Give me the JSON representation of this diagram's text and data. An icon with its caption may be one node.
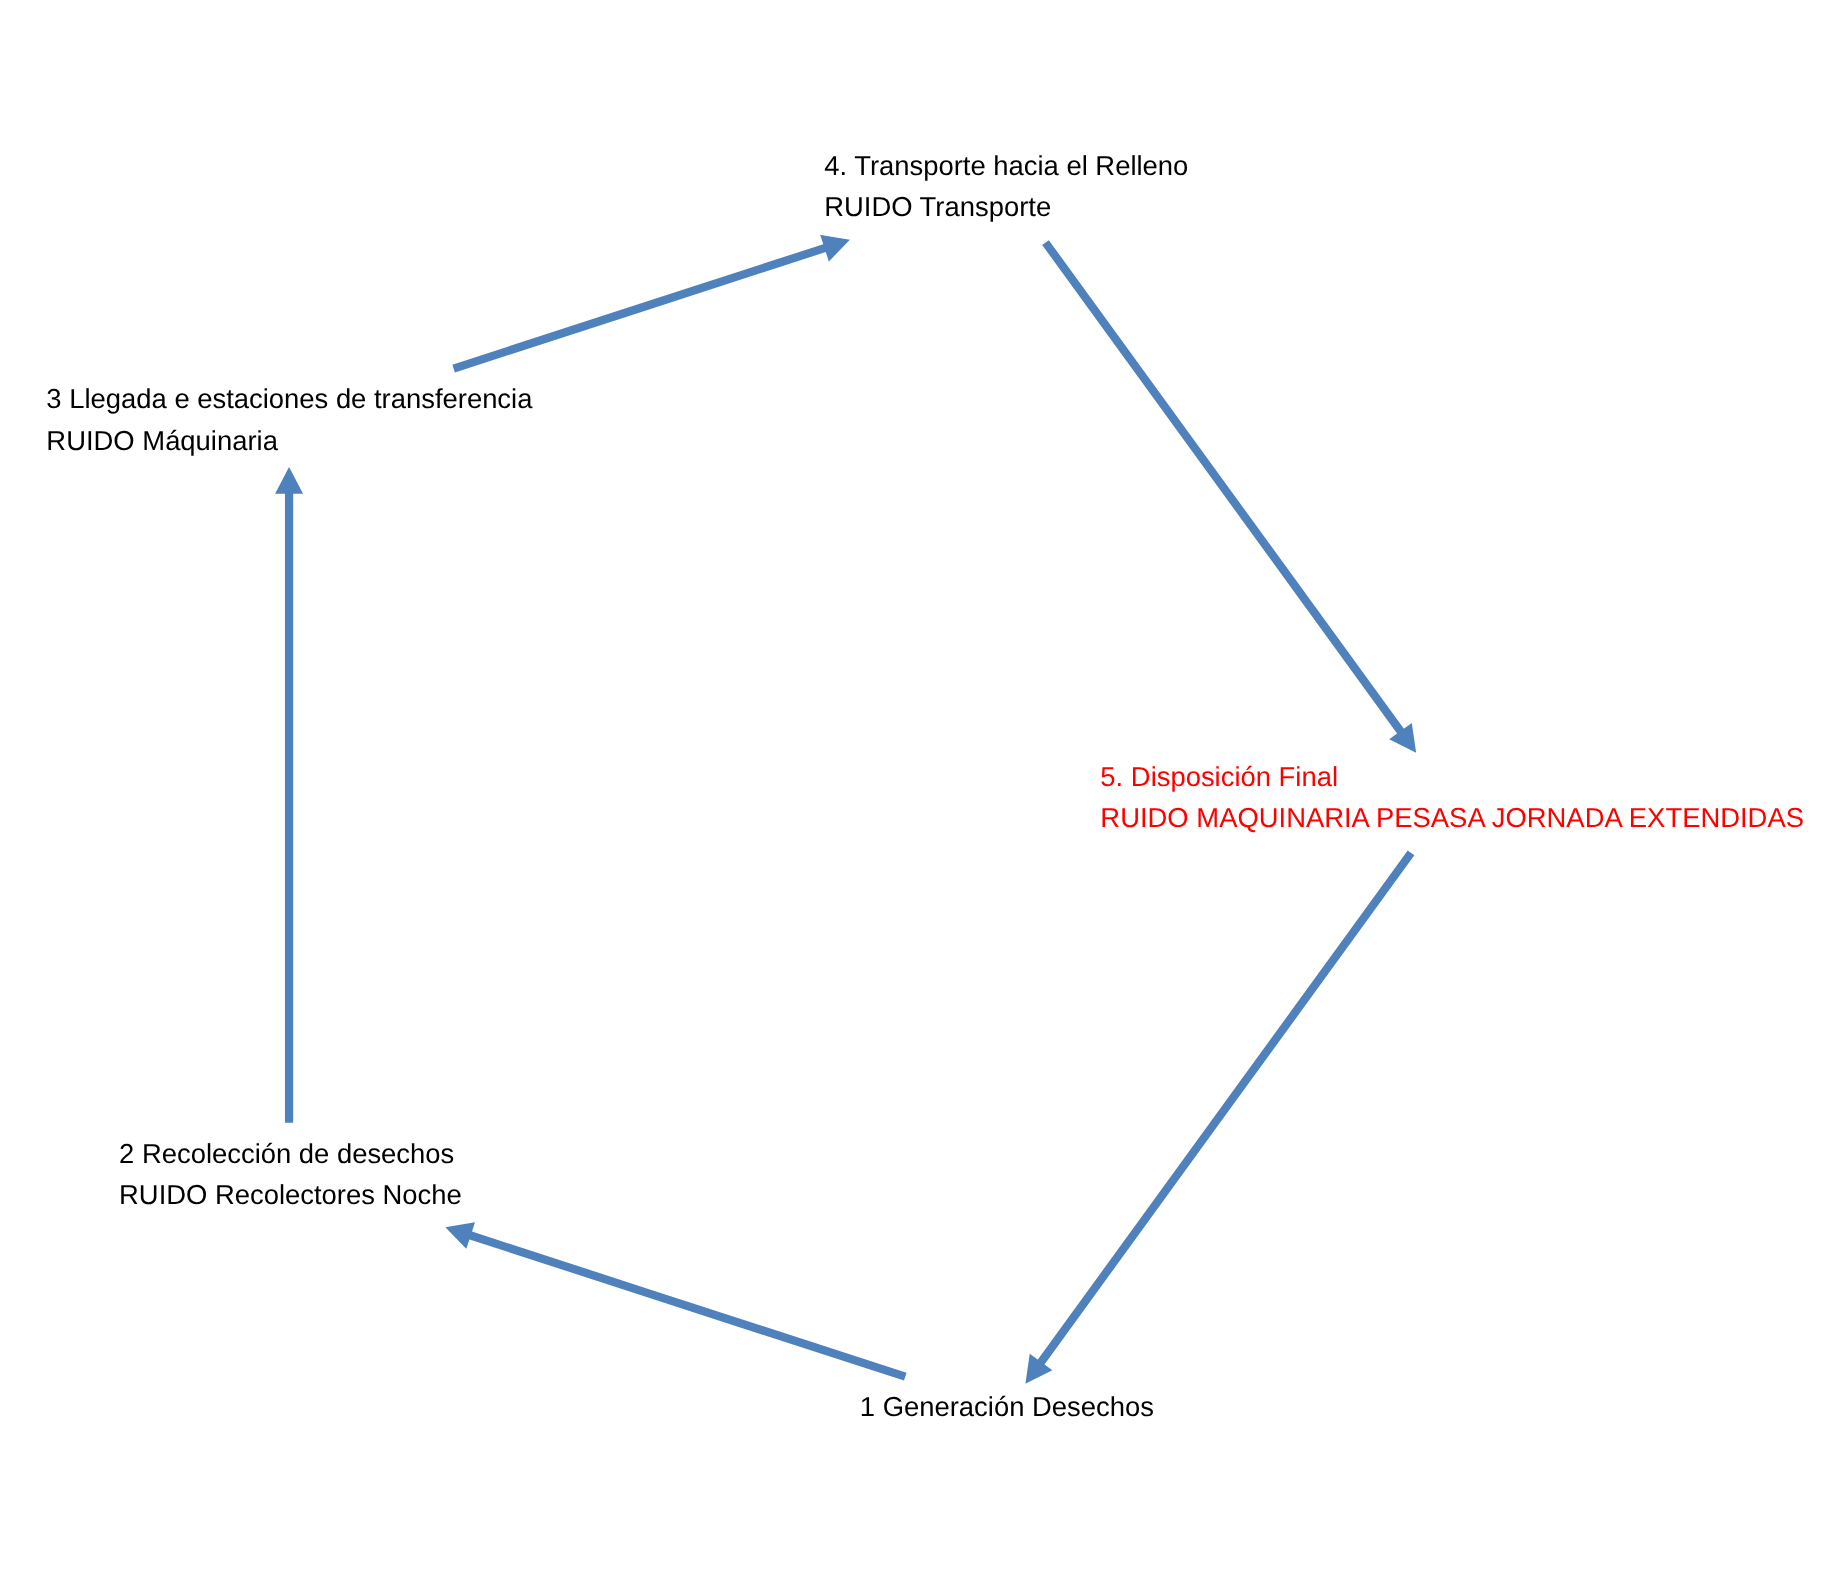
{
  "diagram": {
    "nodes": [
      {
        "text": [
          "1 Generación Desechos"
        ]
      },
      {
        "text": [
          "2 Recolección de desechos",
          "RUIDO Recolectores Noche"
        ]
      },
      {
        "text": [
          "3 Llegada e estaciones de transferencia",
          "RUIDO Máquinaria"
        ]
      },
      {
        "text": [
          "4. Transporte hacia el Relleno",
          "RUIDO Transporte"
        ]
      },
      {
        "text": [
          "5. Disposición Final",
          "RUIDO MAQUINARIA PESASA JORNADA EXTENDIDAS"
        ]
      }
    ],
    "edges": [
      {
        "from": 0,
        "to": 1,
        "arrow": "to"
      },
      {
        "from": 1,
        "to": 2,
        "arrow": "to"
      },
      {
        "from": 2,
        "to": 3,
        "arrow": "to"
      },
      {
        "from": 3,
        "to": 4,
        "arrow": "to"
      },
      {
        "from": 4,
        "to": 0,
        "arrow": "to"
      }
    ]
  }
}
